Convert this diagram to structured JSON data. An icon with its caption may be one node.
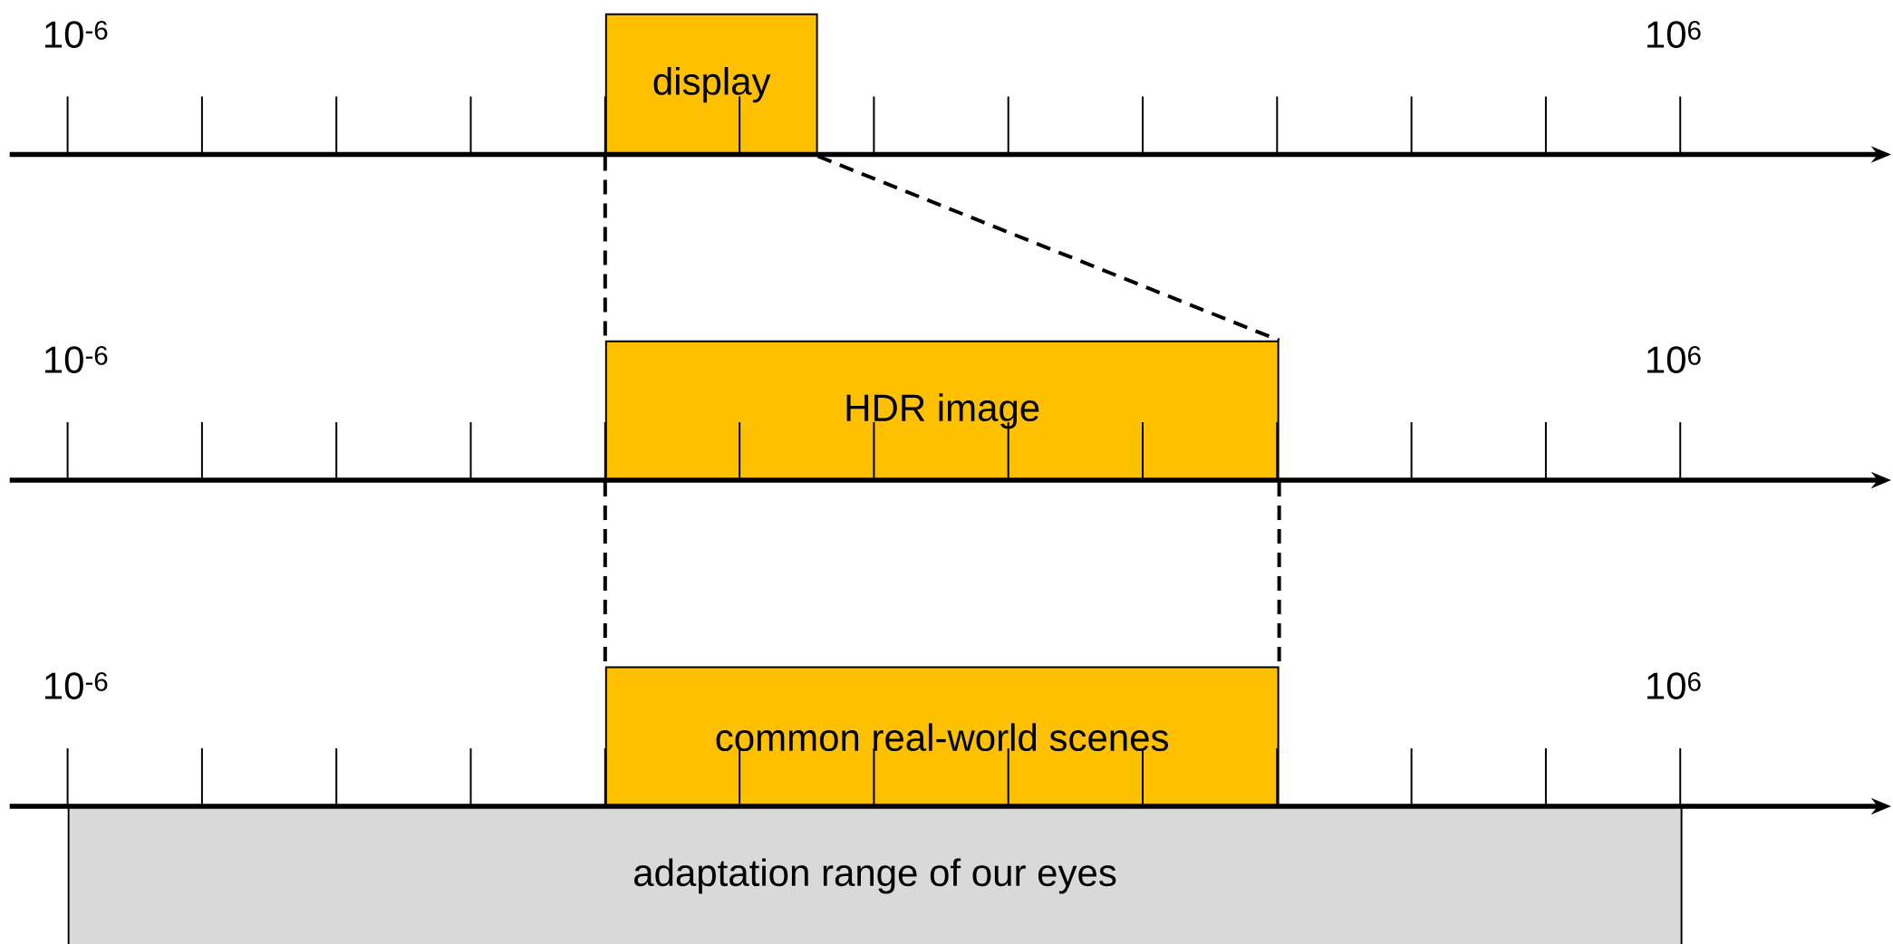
{
  "diagram": {
    "nodes": [
      {
        "text": [
          "display"
        ]
      },
      {
        "text": [
          "HDR image"
        ]
      },
      {
        "text": [
          "common real-world scenes"
        ]
      },
      {
        "text": [
          "adaptation range of our eyes"
        ]
      }
    ],
    "edges": [
      {
        "from": 0,
        "to": 1,
        "arrow": "none",
        "style": "dashed"
      },
      {
        "from": 0,
        "to": 1,
        "arrow": "none",
        "style": "dashed"
      },
      {
        "from": 1,
        "to": 2,
        "arrow": "none",
        "style": "dashed"
      },
      {
        "from": 1,
        "to": 2,
        "arrow": "none",
        "style": "dashed"
      }
    ],
    "labels": [
      "10$^{-6}$",
      "10$^{6}$",
      "10$^{-6}$",
      "10$^{6}$",
      "10$^{-6}$",
      "10$^{6}$"
    ]
  }
}
